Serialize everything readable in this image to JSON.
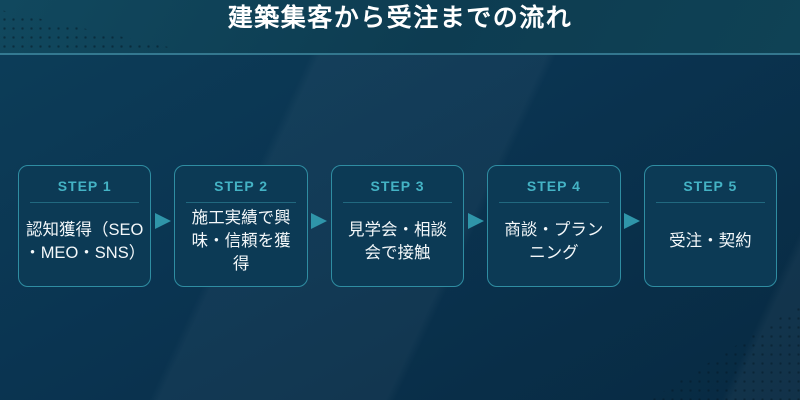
{
  "header": {
    "title": "建築集客から受注までの流れ"
  },
  "flow": {
    "steps": [
      {
        "label": "STEP 1",
        "text": "認知獲得（SEO\n・MEO・SNS）"
      },
      {
        "label": "STEP 2",
        "text": "施工実績で興\n味・信頼を獲\n得"
      },
      {
        "label": "STEP 3",
        "text": "見学会・相談\n会で接触"
      },
      {
        "label": "STEP 4",
        "text": "商談・プラン\nニング"
      },
      {
        "label": "STEP 5",
        "text": "受注・契約"
      }
    ],
    "arrow_glyph": "▶"
  },
  "icons": {
    "arrow": "right-triangle"
  },
  "colors": {
    "background_top": "#0d3e59",
    "background_bottom": "#082a42",
    "header_background": "#0f4458",
    "header_border": "#4895ad",
    "box_background": "#0c3a55",
    "box_border": "#2f8da2",
    "step_label": "#44b3c5",
    "step_text": "#f4f8fa",
    "arrow": "#2f95a9",
    "title": "#ffffff"
  }
}
